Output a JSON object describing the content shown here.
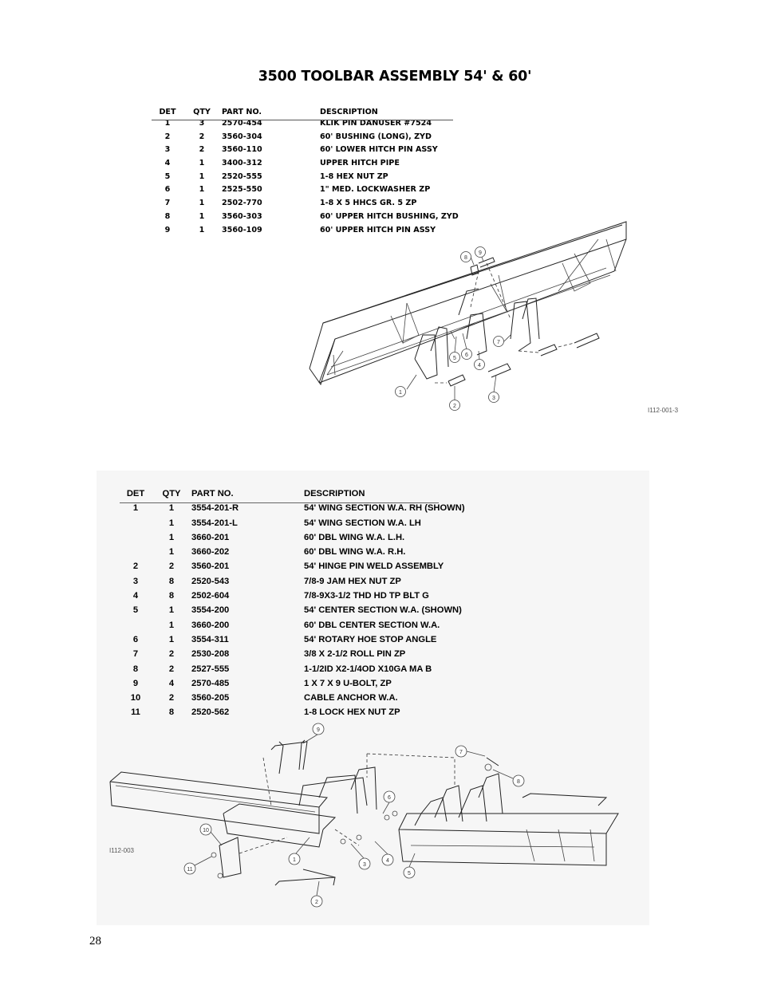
{
  "page_title": "3500 TOOLBAR ASSEMBLY 54' & 60'",
  "table1": {
    "headers": {
      "det": "DET",
      "qty": "QTY",
      "part": "PART NO.",
      "desc": "DESCRIPTION"
    },
    "rows": [
      {
        "det": "1",
        "qty": "3",
        "part": "2570-454",
        "desc": "KLIK PIN DANUSER #7524"
      },
      {
        "det": "2",
        "qty": "2",
        "part": "3560-304",
        "desc": "60' BUSHING (LONG), ZYD"
      },
      {
        "det": "3",
        "qty": "2",
        "part": "3560-110",
        "desc": "60' LOWER HITCH PIN ASSY"
      },
      {
        "det": "4",
        "qty": "1",
        "part": "3400-312",
        "desc": "UPPER HITCH PIPE"
      },
      {
        "det": "5",
        "qty": "1",
        "part": "2520-555",
        "desc": "1-8 HEX NUT  ZP"
      },
      {
        "det": "6",
        "qty": "1",
        "part": "2525-550",
        "desc": "1\" MED. LOCKWASHER  ZP"
      },
      {
        "det": "7",
        "qty": "1",
        "part": "2502-770",
        "desc": "1-8 X 5 HHCS GR. 5 ZP"
      },
      {
        "det": "8",
        "qty": "1",
        "part": "3560-303",
        "desc": "60' UPPER HITCH BUSHING, ZYD"
      },
      {
        "det": "9",
        "qty": "1",
        "part": "3560-109",
        "desc": "60' UPPER HITCH PIN ASSY"
      }
    ]
  },
  "drawing1": {
    "ref": "I112-001-3",
    "balloons": [
      "1",
      "2",
      "3",
      "4",
      "5",
      "6",
      "7",
      "8",
      "9"
    ]
  },
  "table2": {
    "headers": {
      "det": "DET",
      "qty": "QTY",
      "part": "PART NO.",
      "desc": "DESCRIPTION"
    },
    "rows": [
      {
        "det": "1",
        "qty": "1",
        "part": "3554-201-R",
        "desc": "54' WING SECTION W.A. RH (SHOWN)"
      },
      {
        "det": "",
        "qty": "1",
        "part": "3554-201-L",
        "desc": "54' WING SECTION W.A. LH"
      },
      {
        "det": "",
        "qty": "1",
        "part": "3660-201",
        "desc": "60' DBL WING W.A. L.H."
      },
      {
        "det": "",
        "qty": "1",
        "part": "3660-202",
        "desc": "60' DBL WING W.A. R.H."
      },
      {
        "det": "2",
        "qty": "2",
        "part": "3560-201",
        "desc": "54' HINGE PIN WELD ASSEMBLY"
      },
      {
        "det": "3",
        "qty": "8",
        "part": "2520-543",
        "desc": "7/8-9 JAM HEX NUT  ZP"
      },
      {
        "det": "4",
        "qty": "8",
        "part": "2502-604",
        "desc": "7/8-9X3-1/2 THD HD TP BLT G"
      },
      {
        "det": "5",
        "qty": "1",
        "part": "3554-200",
        "desc": "54' CENTER SECTION W.A. (SHOWN)"
      },
      {
        "det": "",
        "qty": "1",
        "part": "3660-200",
        "desc": "60' DBL CENTER SECTION W.A."
      },
      {
        "det": "6",
        "qty": "1",
        "part": "3554-311",
        "desc": "54' ROTARY HOE STOP ANGLE"
      },
      {
        "det": "7",
        "qty": "2",
        "part": "2530-208",
        "desc": "3/8 X 2-1/2 ROLL PIN ZP"
      },
      {
        "det": "8",
        "qty": "2",
        "part": "2527-555",
        "desc": "1-1/2ID X2-1/4OD X10GA MA B"
      },
      {
        "det": "9",
        "qty": "4",
        "part": "2570-485",
        "desc": "1 X 7 X 9 U-BOLT, ZP"
      },
      {
        "det": "10",
        "qty": "2",
        "part": "3560-205",
        "desc": "CABLE ANCHOR W.A."
      },
      {
        "det": "11",
        "qty": "8",
        "part": "2520-562",
        "desc": "1-8 LOCK HEX NUT  ZP"
      }
    ]
  },
  "drawing2": {
    "ref": "I112-003",
    "balloons": [
      "1",
      "2",
      "3",
      "4",
      "5",
      "6",
      "7",
      "8",
      "9",
      "10",
      "11"
    ]
  },
  "page_number": "28"
}
